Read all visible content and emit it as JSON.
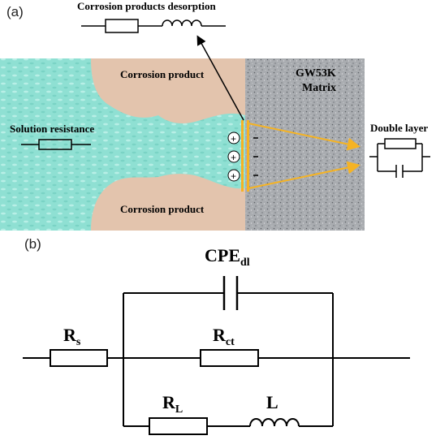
{
  "panel_a": {
    "label": "(a)",
    "desorption_label": "Corrosion products desorption",
    "corrosion_product_top": "Corrosion product",
    "corrosion_product_bottom": "Corrosion product",
    "matrix_line1": "GW53K",
    "matrix_line2": "Matrix",
    "solution_resistance": "Solution resistance",
    "double_layer": "Double layer",
    "charges": [
      "+",
      "+",
      "+"
    ],
    "colors": {
      "solution": "#8fe0d3",
      "corrosion_product": "#e3c4ad",
      "matrix": "#a9acb0",
      "arrow_orange": "#f5b324"
    }
  },
  "panel_b": {
    "label": "(b)",
    "rs": {
      "main": "R",
      "sub": "s"
    },
    "rct": {
      "main": "R",
      "sub": "ct"
    },
    "rl": {
      "main": "R",
      "sub": "L"
    },
    "l": "L",
    "cpe": {
      "main": "CPE",
      "sub": "dl"
    }
  }
}
